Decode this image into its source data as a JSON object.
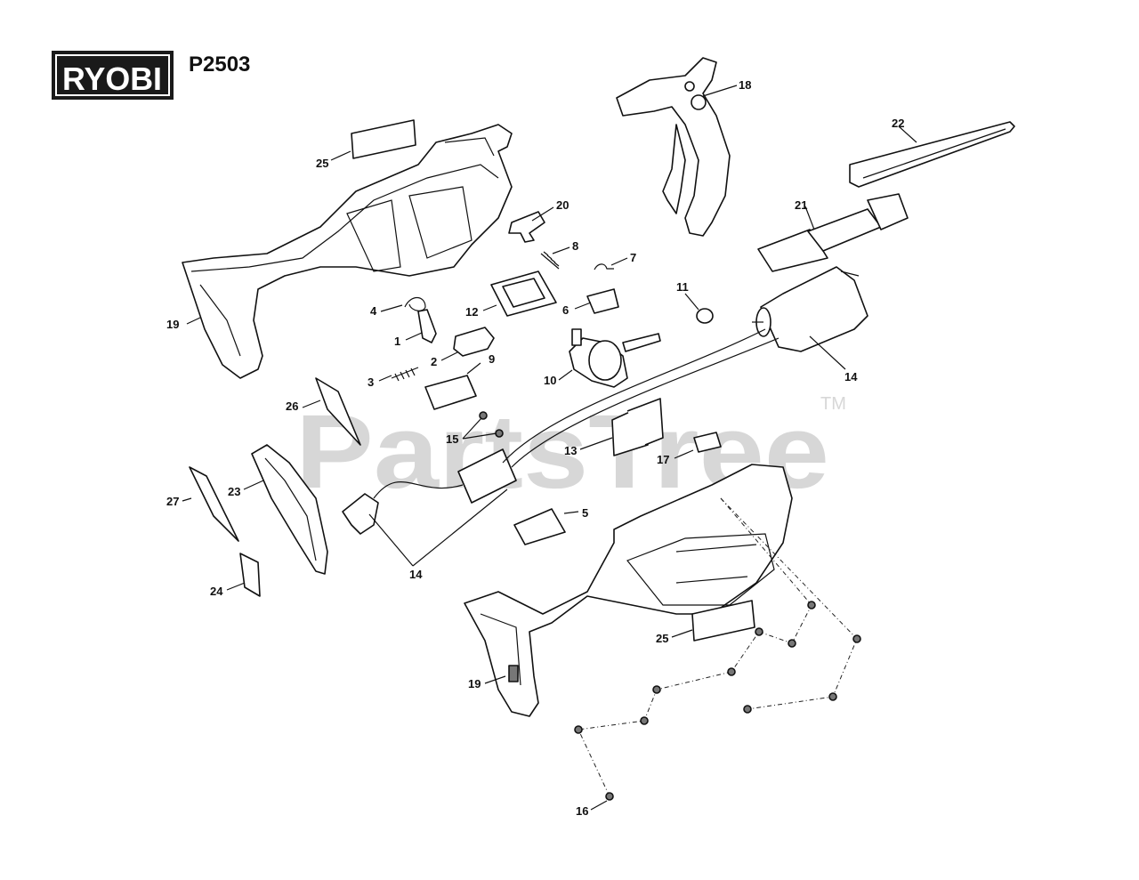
{
  "brand": {
    "logo_text": "RYOBI",
    "model": "P2503"
  },
  "watermark": {
    "text": "PartsTree",
    "trademark": "TM"
  },
  "callouts": {
    "c1": "1",
    "c2": "2",
    "c3": "3",
    "c4": "4",
    "c5": "5",
    "c6": "6",
    "c7": "7",
    "c8": "8",
    "c9": "9",
    "c10": "10",
    "c11": "11",
    "c12": "12",
    "c13": "13",
    "c14a": "14",
    "c14b": "14",
    "c15": "15",
    "c16": "16",
    "c17": "17",
    "c18": "18",
    "c19a": "19",
    "c19b": "19",
    "c20": "20",
    "c21": "21",
    "c22": "22",
    "c23": "23",
    "c24": "24",
    "c25a": "25",
    "c25b": "25",
    "c26": "26",
    "c27": "27"
  },
  "colors": {
    "ink": "#111111",
    "watermark": "#d7d7d7",
    "logo_bg": "#1a1a1a",
    "logo_text": "#ffffff"
  }
}
